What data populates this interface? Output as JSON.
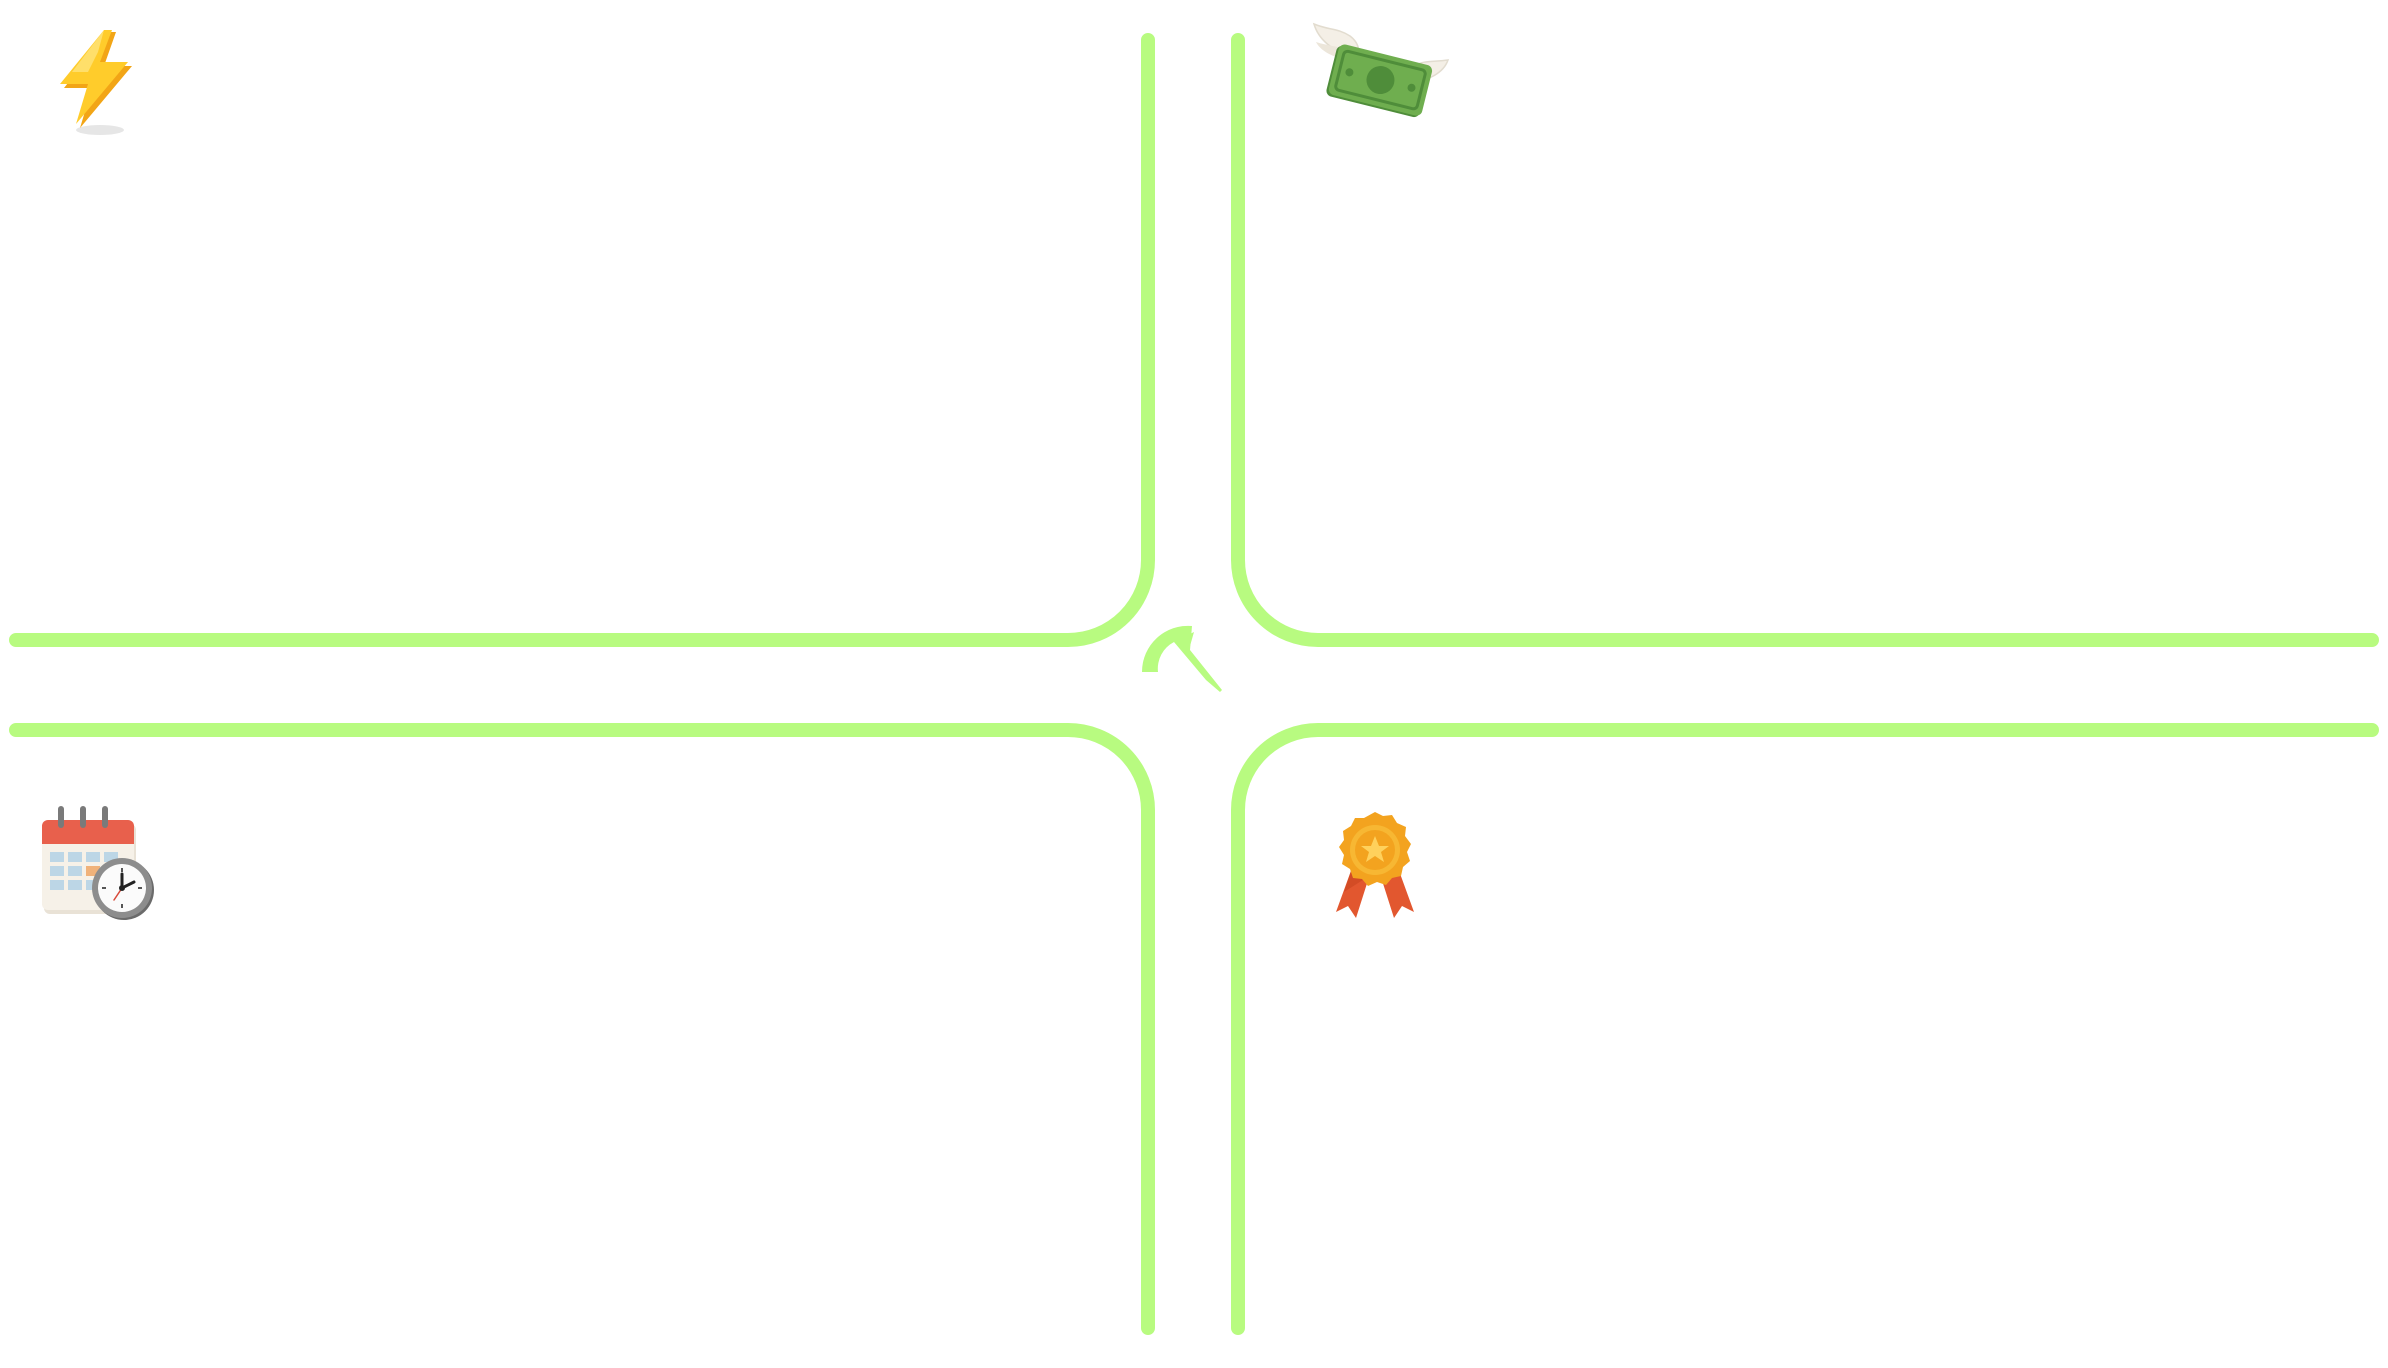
{
  "diagram": {
    "background_color": "#ffffff",
    "road_color": "#b8fb80",
    "center_symbol": "turn-left-arrow",
    "quadrants": [
      {
        "id": "top-left",
        "icon": "lightning-icon"
      },
      {
        "id": "top-right",
        "icon": "flying-money-icon"
      },
      {
        "id": "bottom-left",
        "icon": "calendar-clock-icon"
      },
      {
        "id": "bottom-right",
        "icon": "award-medal-icon"
      }
    ]
  }
}
